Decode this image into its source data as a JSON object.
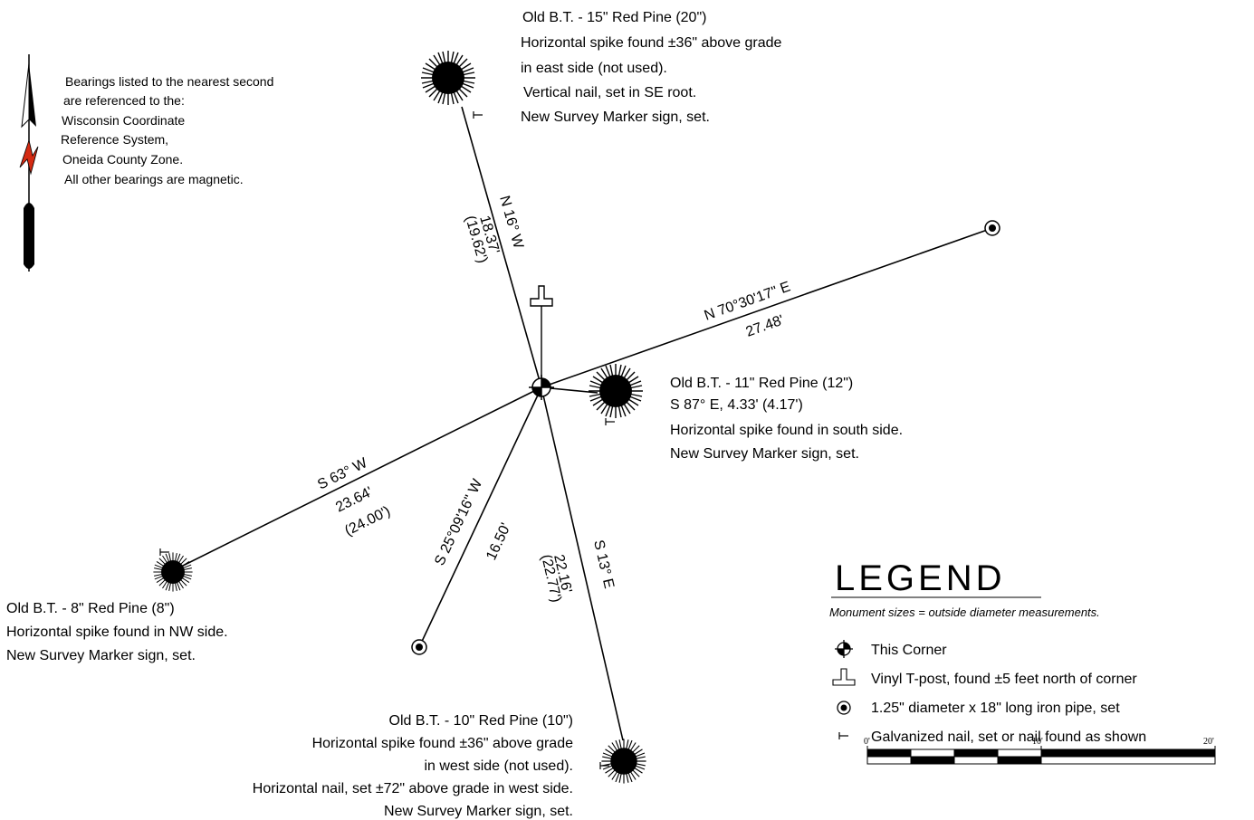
{
  "north_note": [
    "Bearings listed to the nearest second",
    "are referenced to the:",
    "Wisconsin Coordinate",
    "Reference System,",
    "Oneida County Zone.",
    "All other bearings are magnetic."
  ],
  "trees": {
    "north": [
      "Old B.T. - 15\" Red Pine (20\")",
      "Horizontal spike found ±36\" above grade",
      "in east side (not used).",
      "Vertical nail, set in SE root.",
      "New Survey Marker sign, set."
    ],
    "east": [
      "Old B.T. - 11\" Red Pine (12\")",
      "S 87° E, 4.33' (4.17')",
      "Horizontal spike found in south side.",
      "New Survey Marker sign, set."
    ],
    "southwest": [
      "Old B.T. - 8\" Red Pine (8\")",
      "Horizontal spike found in NW side.",
      "New Survey Marker sign, set."
    ],
    "south": [
      "Old B.T. - 10\" Red Pine (10\")",
      "Horizontal spike found ±36\" above grade",
      "in west side (not used).",
      "Horizontal nail, set ±72\" above grade in west side.",
      "New Survey Marker sign, set."
    ]
  },
  "lines": {
    "north": {
      "bearing": "N 16° W",
      "dist": "18.37'",
      "record": "(19.62')"
    },
    "east": {
      "bearing": "N 70°30'17\" E",
      "dist": "27.48'"
    },
    "southwest": {
      "bearing": "S 63° W",
      "dist": "23.64'",
      "record": "(24.00')"
    },
    "south_pipe": {
      "bearing": "S 25°09'16\" W",
      "dist": "16.50'"
    },
    "south": {
      "bearing": "S 13° E",
      "dist": "22.16'",
      "record": "(22.77')"
    }
  },
  "legend": {
    "title": "LEGEND",
    "subtitle": "Monument sizes = outside diameter measurements.",
    "items": [
      {
        "icon": "corner-symbol-icon",
        "label": "This Corner"
      },
      {
        "icon": "t-post-icon",
        "label": "Vinyl T-post, found ±5 feet north of corner"
      },
      {
        "icon": "iron-pipe-icon",
        "label": "1.25\" diameter x 18\" long iron pipe, set"
      },
      {
        "icon": "nail-icon",
        "label": "Galvanized nail, set or nail found as shown"
      }
    ],
    "scale_labels": [
      "0'",
      "10'",
      "20'"
    ]
  }
}
